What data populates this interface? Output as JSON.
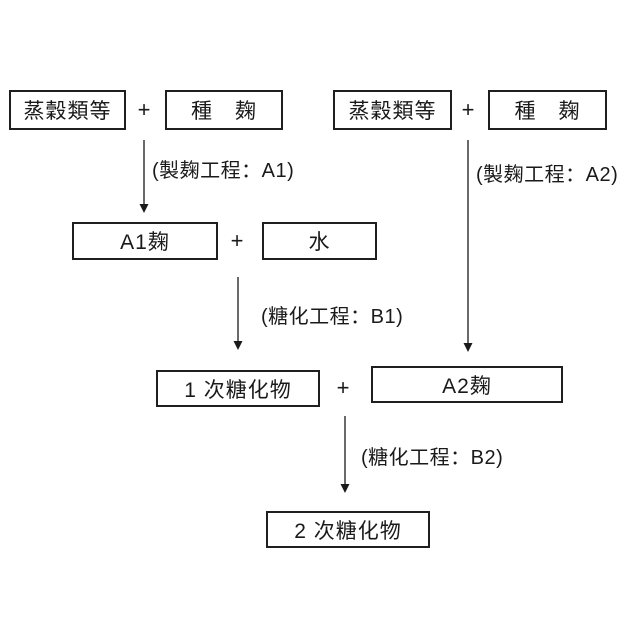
{
  "colors": {
    "background": "#ffffff",
    "ink": "#1a1a1a"
  },
  "flow": {
    "left_branch": {
      "grains_box": "蒸穀類等",
      "plus": "+",
      "seed_koji_box": "種　麹",
      "process_label": "(製麹工程：A1)"
    },
    "right_branch": {
      "grains_box": "蒸穀類等",
      "plus": "+",
      "seed_koji_box": "種　麹",
      "process_label": "(製麹工程：A2)"
    },
    "mix1": {
      "koji_box": "A1麹",
      "plus": "+",
      "water_box": "水",
      "process_label": "(糖化工程：B1)"
    },
    "mix2": {
      "first_product_box": "1 次糖化物",
      "plus": "+",
      "koji_box": "A2麹",
      "process_label": "(糖化工程：B2)"
    },
    "final": {
      "second_product_box": "2 次糖化物"
    }
  }
}
